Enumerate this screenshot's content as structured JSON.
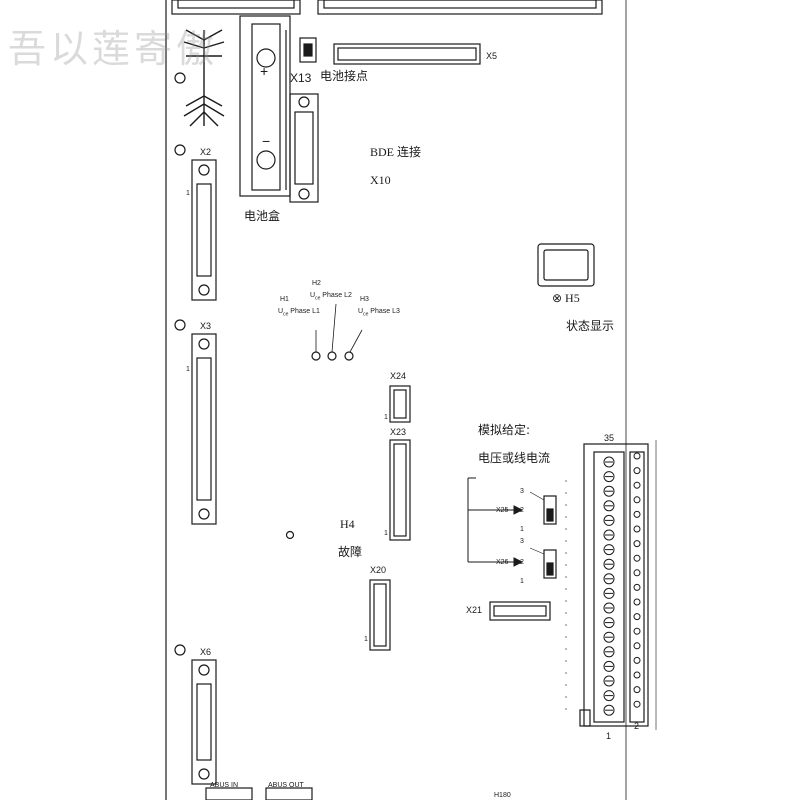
{
  "watermark": "吾以莲寄傲",
  "connectors": {
    "x13": "X13",
    "x5": "X5",
    "x2": "X2",
    "x3": "X3",
    "x6": "X6",
    "x24": "X24",
    "x23": "X23",
    "x20": "X20",
    "x21": "X21",
    "x25": "X25",
    "x26": "X26",
    "x10": "X10"
  },
  "labels": {
    "battery_contact": "电池接点",
    "bde_connection": "BDE 连接",
    "battery_box": "电池盒",
    "plus": "+",
    "minus": "−",
    "h5": "⊗ H5",
    "status_display": "状态显示",
    "h4": "H4",
    "fault": "故障",
    "analog_setpoint": "模拟给定:",
    "voltage_or_current": "电压或线电流",
    "abus_in": "ABUS IN",
    "abus_out": "ABUS OUT",
    "h180": "H180"
  },
  "leds": {
    "h1": "H1",
    "h1_phase": "U",
    "h1_sub": "ce",
    "h1_text": "Phase L1",
    "h2": "H2",
    "h2_phase": "U",
    "h2_sub": "ce",
    "h2_text": "Phase L2",
    "h3": "H3",
    "h3_phase": "U",
    "h3_sub": "ce",
    "h3_text": "Phase L3"
  },
  "pins": {
    "terminal_35": "35",
    "terminal_1": "1",
    "terminal_2": "2",
    "x25_3": "3",
    "x25_2": "2",
    "x25_1": "1",
    "x26_3": "3",
    "x26_2": "2",
    "x26_1": "1",
    "x24_1": "1",
    "x23_1": "1",
    "x20_1": "1",
    "x2_1": "1",
    "x3_1": "1"
  },
  "colors": {
    "ink": "#1a1a1a",
    "board": "#ffffff",
    "watermark": "#969696"
  }
}
